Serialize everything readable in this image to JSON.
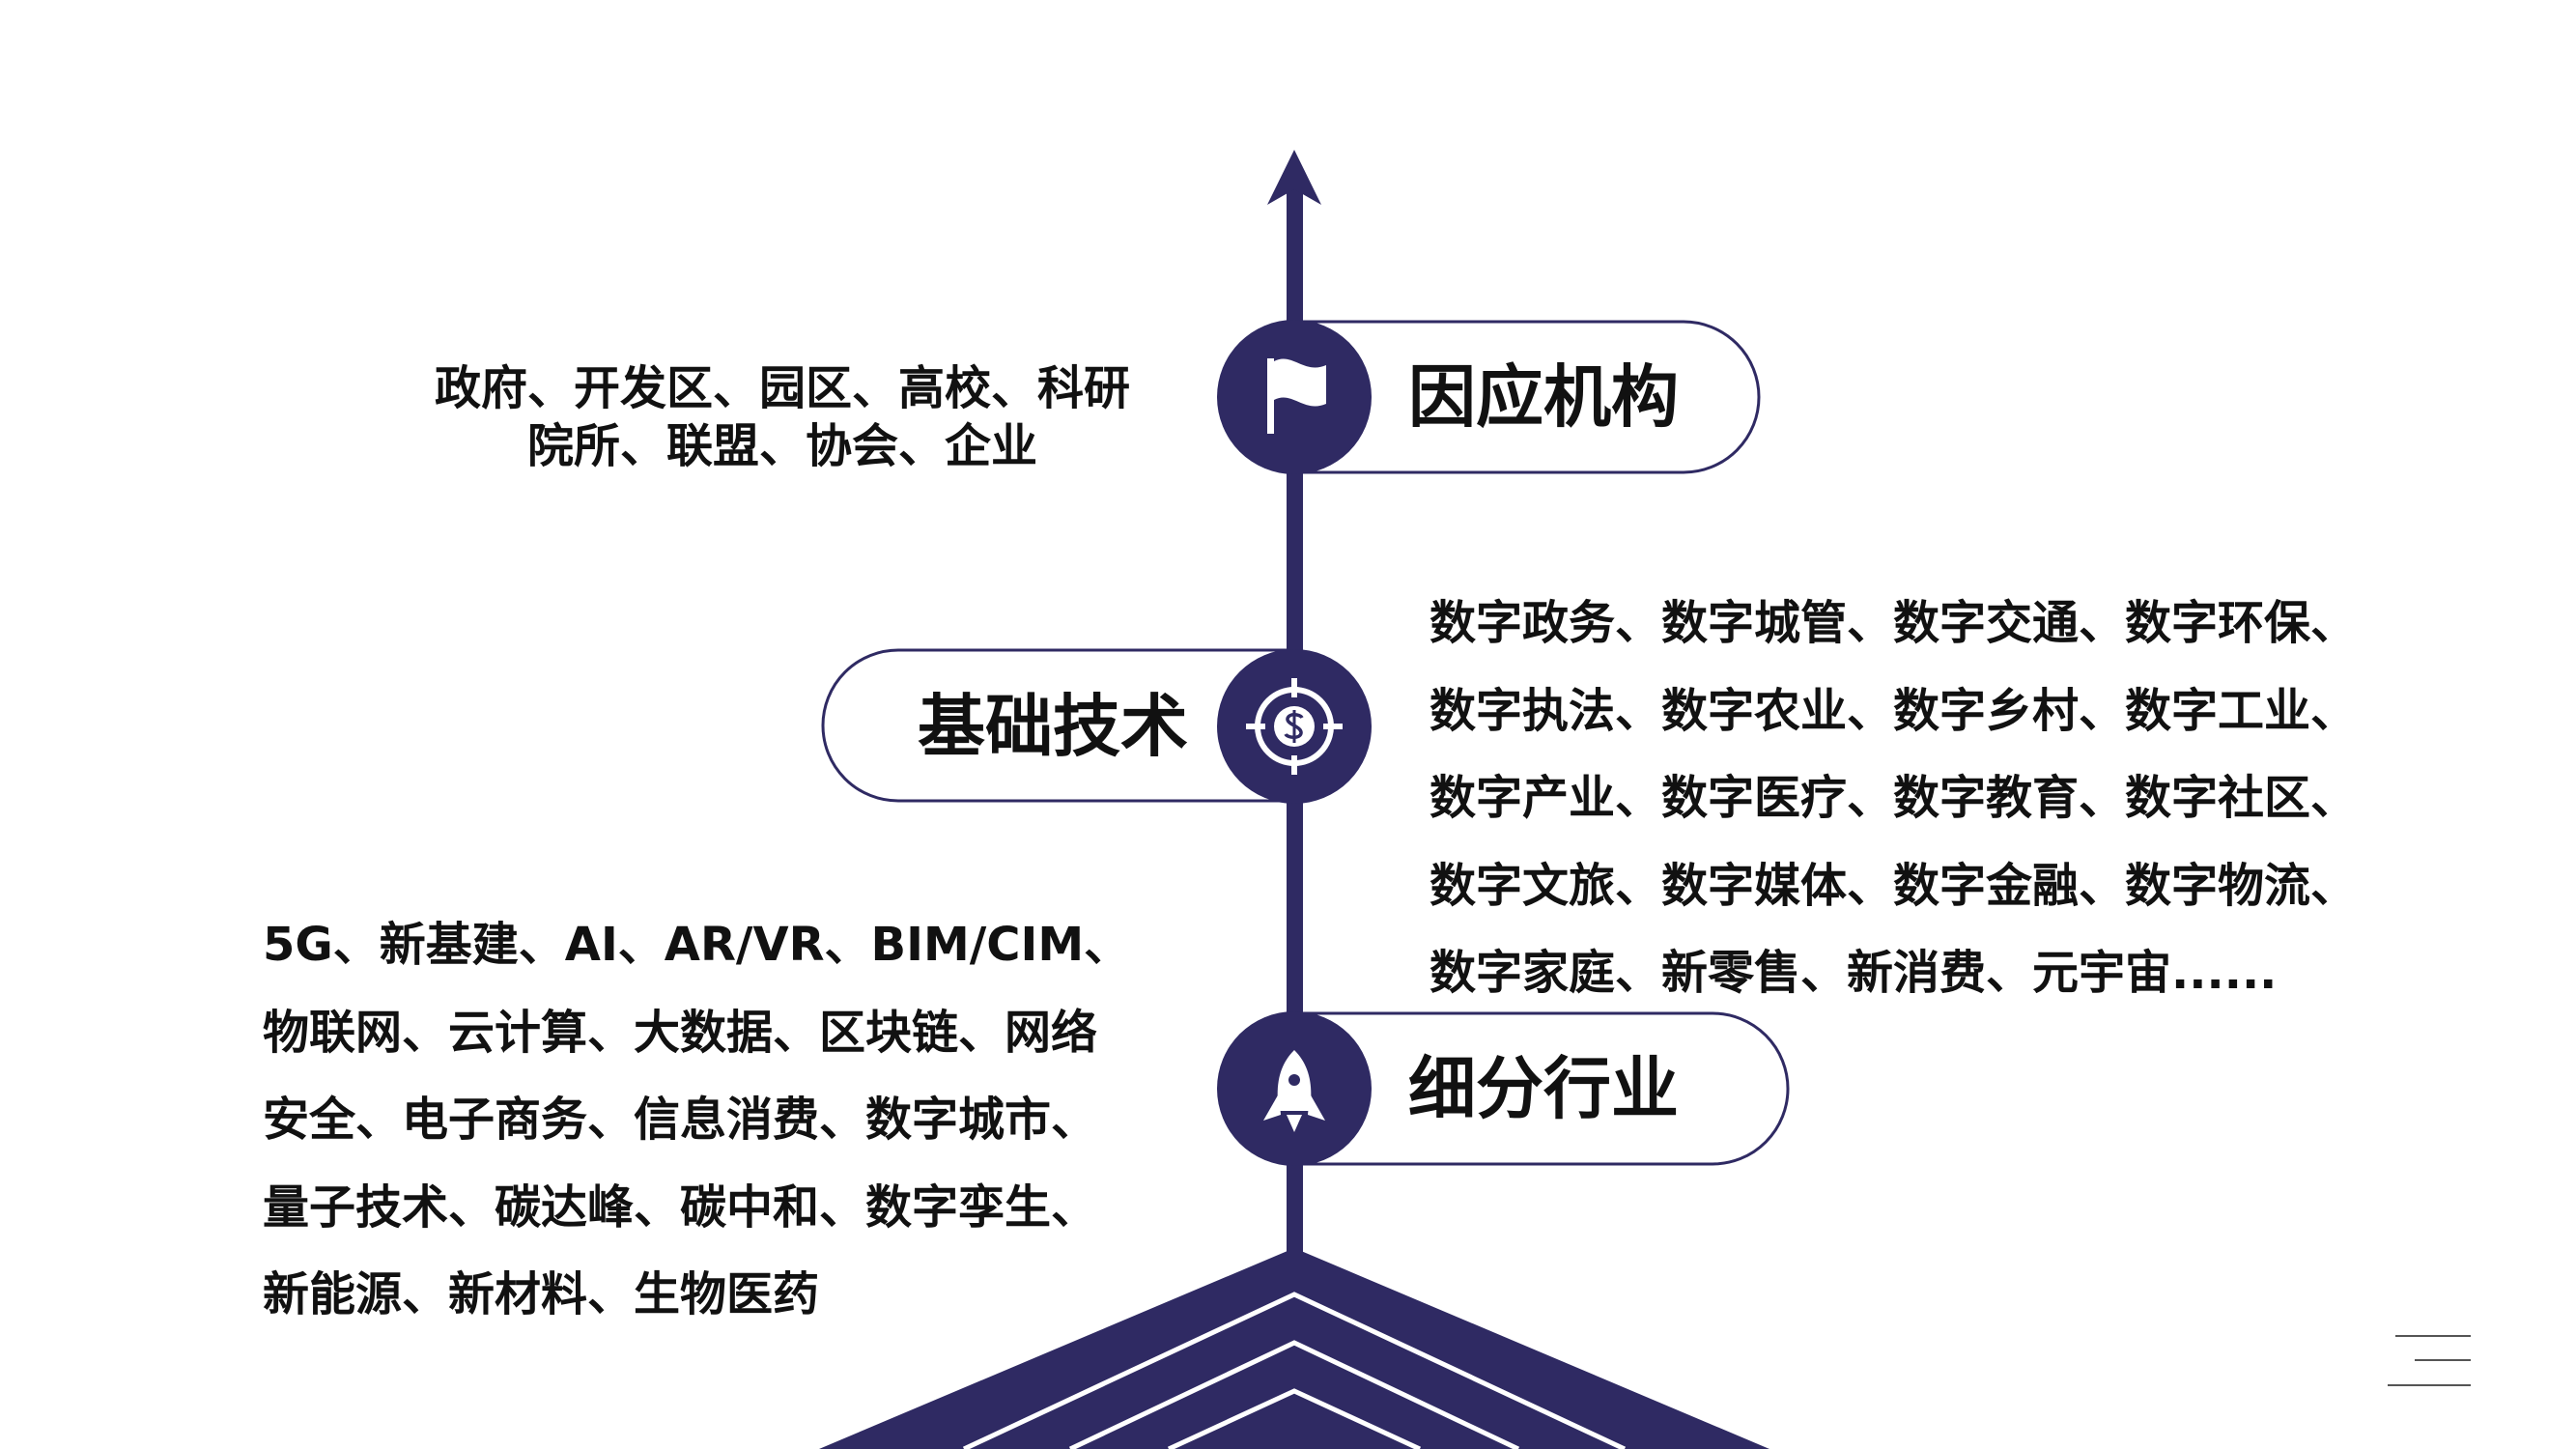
{
  "nodes": [
    {
      "label": "因应机构",
      "icon": "flag-icon"
    },
    {
      "label": "基础技术",
      "icon": "target-dollar-icon"
    },
    {
      "label": "细分行业",
      "icon": "rocket-icon"
    }
  ],
  "descriptions": {
    "institutions": [
      "政府、开发区、园区、高校、科研",
      "院所、联盟、协会、企业"
    ],
    "industries": [
      "数字政务、数字城管、数字交通、数字环保、",
      "数字执法、数字农业、数字乡村、数字工业、",
      "数字产业、数字医疗、数字教育、数字社区、",
      "数字文旅、数字媒体、数字金融、数字物流、",
      "数字家庭、新零售、新消费、元宇宙......"
    ],
    "tech": [
      "5G、新基建、AI、AR/VR、BIM/CIM、",
      "物联网、云计算、大数据、区块链、网络",
      "安全、电子商务、信息消费、数字城市、",
      "量子技术、碳达峰、碳中和、数字孪生、",
      "新能源、新材料、生物医药"
    ]
  },
  "colors": {
    "primary": "#2f2a63",
    "outline": "#2f2a63",
    "text": "#111111",
    "background": "#ffffff"
  },
  "corner_icon": "menu-lines-icon"
}
